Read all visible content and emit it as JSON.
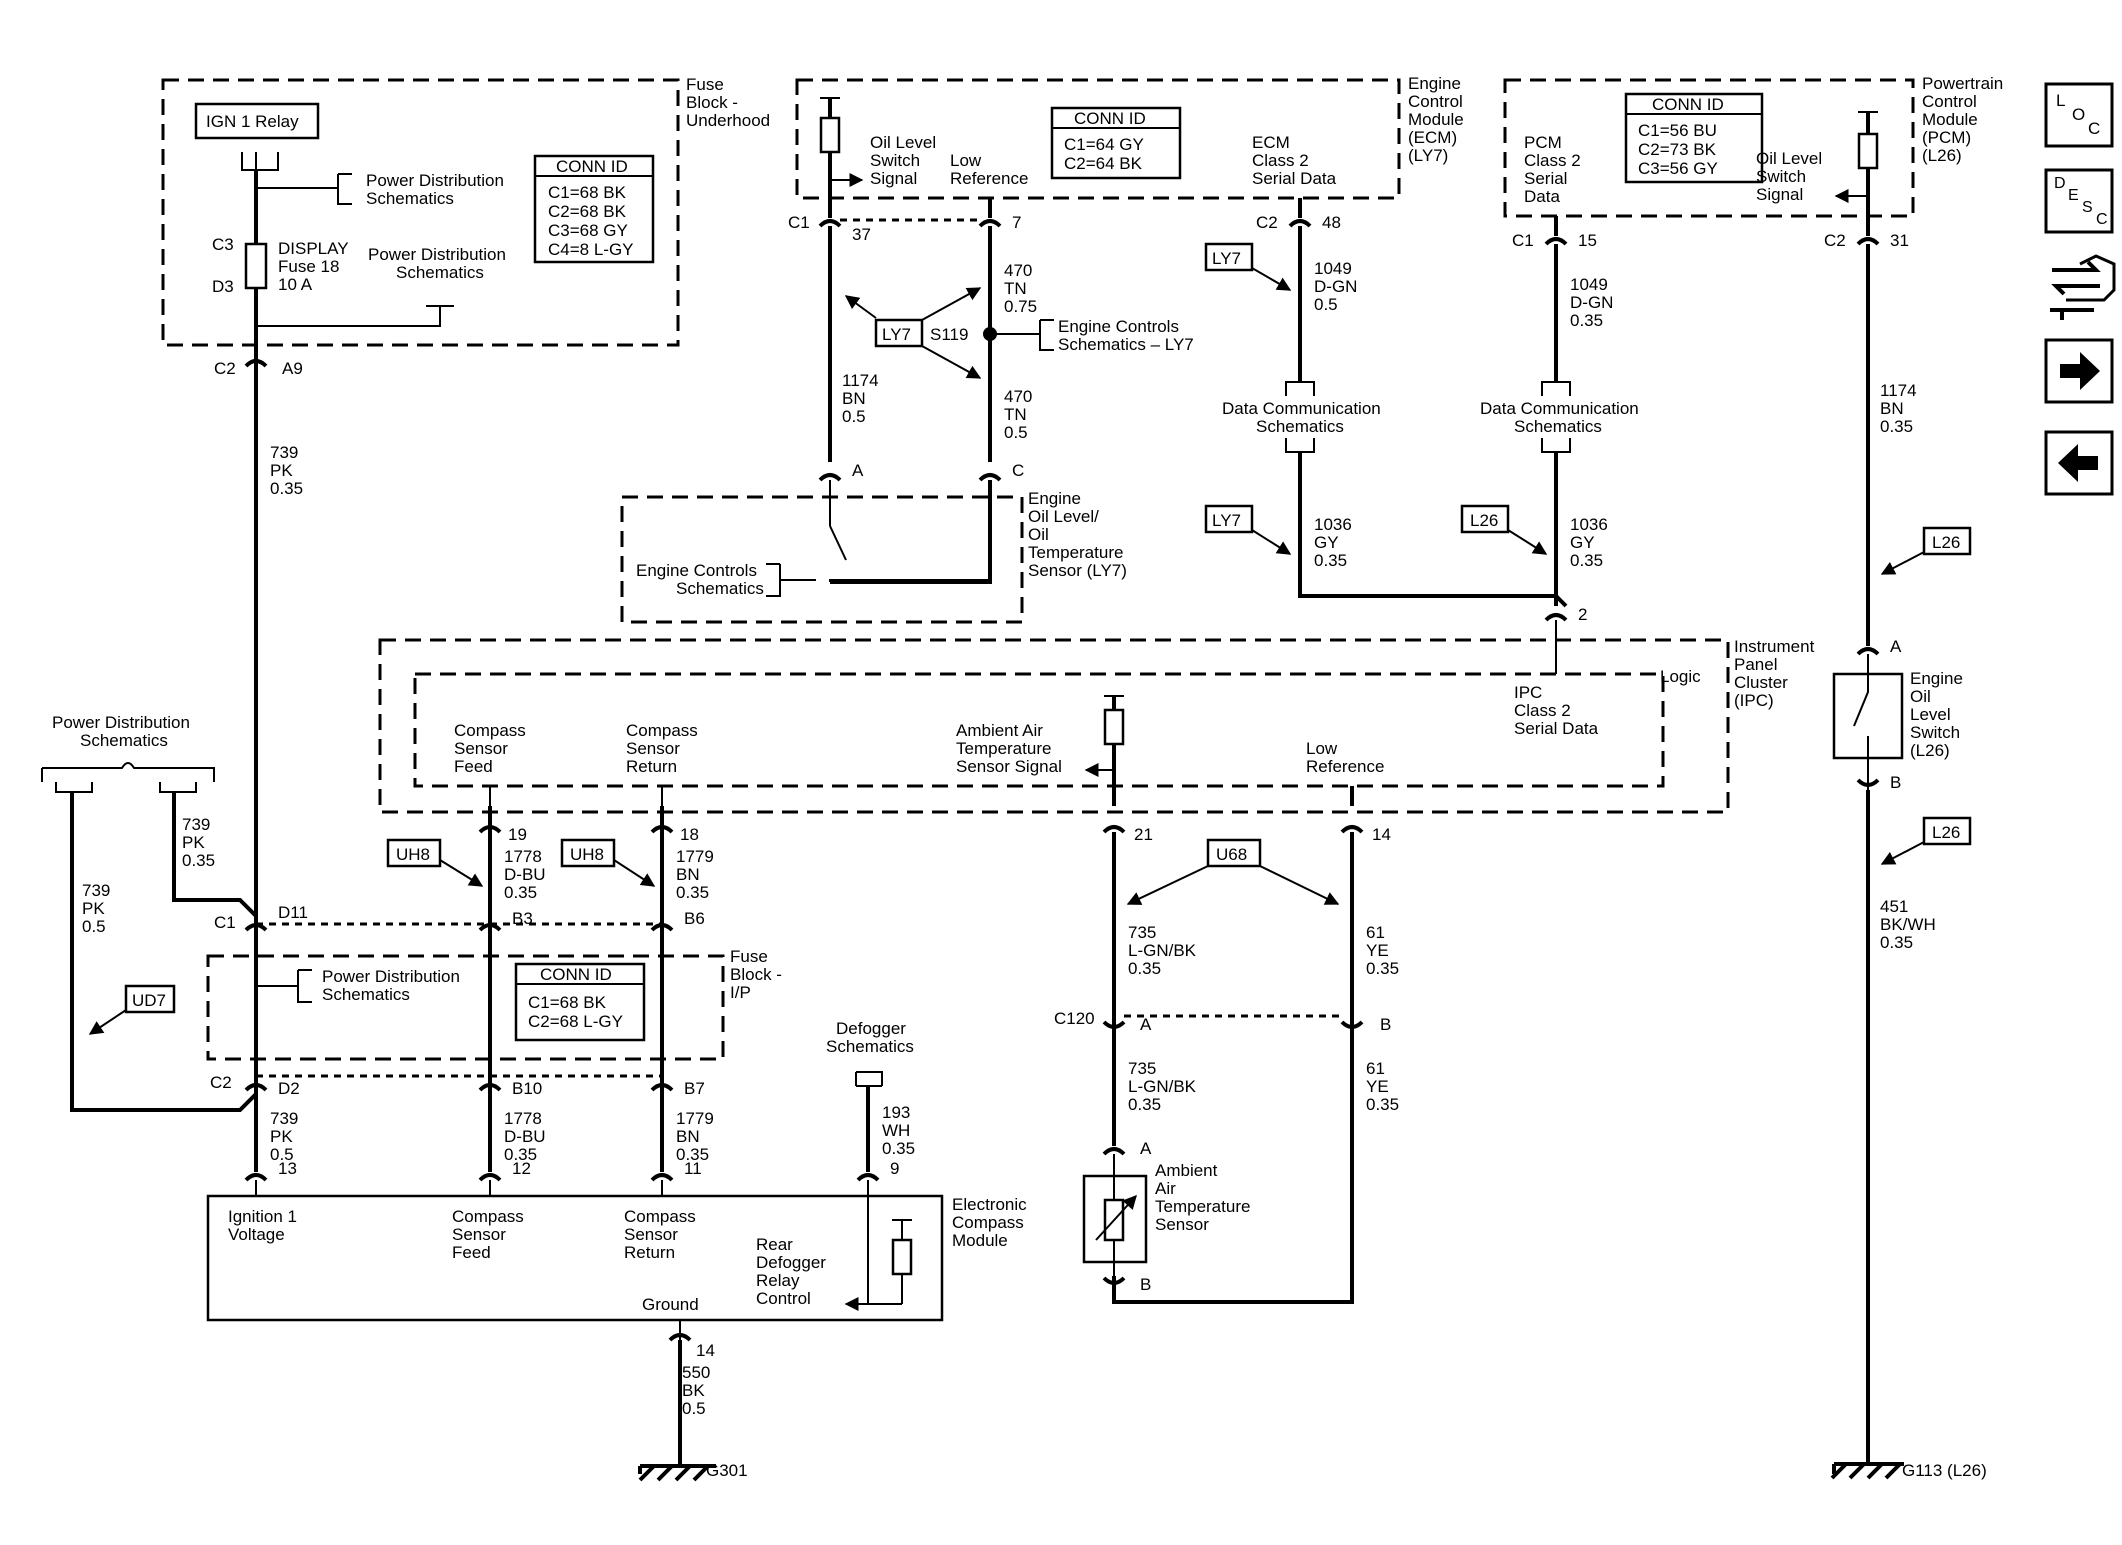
{
  "modules": {
    "fuse_underhood": [
      "Fuse",
      "Block -",
      "Underhood"
    ],
    "ecm": [
      "Engine",
      "Control",
      "Module",
      "(ECM)",
      "(LY7)"
    ],
    "pcm": [
      "Powertrain",
      "Control",
      "Module",
      "(PCM)",
      "(L26)"
    ],
    "ipc": [
      "Instrument",
      "Panel",
      "Cluster",
      "(IPC)"
    ],
    "fuse_ip": [
      "Fuse",
      "Block -",
      "I/P"
    ],
    "ecm_compass": [
      "Electronic",
      "Compass",
      "Module"
    ],
    "oil_sensor": [
      "Engine",
      "Oil Level/",
      "Oil",
      "Temperature",
      "Sensor (LY7)"
    ],
    "oil_switch_l26": [
      "Engine",
      "Oil",
      "Level",
      "Switch",
      "(L26)"
    ],
    "ambient_sensor": [
      "Ambient",
      "Air",
      "Temperature",
      "Sensor"
    ]
  },
  "relay": "IGN 1 Relay",
  "fuse": {
    "lines": [
      "DISPLAY",
      "Fuse 18",
      "10 A"
    ],
    "c3": "C3",
    "d3": "D3"
  },
  "conn_underhood": {
    "title": "CONN ID",
    "rows": [
      "C1=68 BK",
      "C2=68 BK",
      "C3=68 GY",
      "C4=8 L-GY"
    ]
  },
  "conn_ecm": {
    "title": "CONN ID",
    "rows": [
      "C1=64 GY",
      "C2=64 BK"
    ]
  },
  "conn_pcm": {
    "title": "CONN ID",
    "rows": [
      "C1=56 BU",
      "C2=73 BK",
      "C3=56 GY"
    ]
  },
  "conn_ip": {
    "title": "CONN ID",
    "rows": [
      "C1=68 BK",
      "C2=68 L-GY"
    ]
  },
  "refs": {
    "pd": [
      "Power Distribution",
      "Schematics"
    ],
    "ec": [
      "Engine Controls",
      "Schematics"
    ],
    "ec_ly7": [
      "Engine Controls",
      "Schematics – LY7"
    ],
    "dc": [
      "Data Communication",
      "Schematics"
    ],
    "defog": [
      "Defogger",
      "Schematics"
    ]
  },
  "signals": {
    "oil_sig": [
      "Oil Level",
      "Switch",
      "Signal"
    ],
    "low_ref": [
      "Low",
      "Reference"
    ],
    "ecm_serial": [
      "ECM",
      "Class 2",
      "Serial Data"
    ],
    "pcm_serial": [
      "PCM",
      "Class 2",
      "Serial",
      "Data"
    ],
    "pcm_oil": [
      "Oil Level",
      "Switch",
      "Signal"
    ],
    "ipc_serial": [
      "IPC",
      "Class 2",
      "Serial Data"
    ],
    "logic": "Logic",
    "compass_feed": [
      "Compass",
      "Sensor",
      "Feed"
    ],
    "compass_return": [
      "Compass",
      "Sensor",
      "Return"
    ],
    "ambient_signal": [
      "Ambient Air",
      "Temperature",
      "Sensor Signal"
    ],
    "ipc_low_ref": [
      "Low",
      "Reference"
    ],
    "ign_voltage": [
      "Ignition 1",
      "Voltage"
    ],
    "ecm_feed": [
      "Compass",
      "Sensor",
      "Feed"
    ],
    "ecm_return": [
      "Compass",
      "Sensor",
      "Return"
    ],
    "defog_ctrl": [
      "Rear",
      "Defogger",
      "Relay",
      "Control"
    ],
    "ground": "Ground"
  },
  "wires": {
    "w739a": [
      "739",
      "PK",
      "0.35"
    ],
    "w739b": [
      "739",
      "PK",
      "0.35"
    ],
    "w739c": [
      "739",
      "PK",
      "0.5"
    ],
    "w739d": [
      "739",
      "PK",
      "0.5"
    ],
    "w1174a": [
      "1174",
      "BN",
      "0.5"
    ],
    "w470a": [
      "470",
      "TN",
      "0.75"
    ],
    "w470b": [
      "470",
      "TN",
      "0.5"
    ],
    "w1049a": [
      "1049",
      "D-GN",
      "0.5"
    ],
    "w1049b": [
      "1049",
      "D-GN",
      "0.35"
    ],
    "w1036a": [
      "1036",
      "GY",
      "0.35"
    ],
    "w1036b": [
      "1036",
      "GY",
      "0.35"
    ],
    "w1174b": [
      "1174",
      "BN",
      "0.35"
    ],
    "w451": [
      "451",
      "BK/WH",
      "0.35"
    ],
    "w1778a": [
      "1778",
      "D-BU",
      "0.35"
    ],
    "w1779a": [
      "1779",
      "BN",
      "0.35"
    ],
    "w1778b": [
      "1778",
      "D-BU",
      "0.35"
    ],
    "w1779b": [
      "1779",
      "BN",
      "0.35"
    ],
    "w735a": [
      "735",
      "L-GN/BK",
      "0.35"
    ],
    "w735b": [
      "735",
      "L-GN/BK",
      "0.35"
    ],
    "w61a": [
      "61",
      "YE",
      "0.35"
    ],
    "w61b": [
      "61",
      "YE",
      "0.35"
    ],
    "w193": [
      "193",
      "WH",
      "0.35"
    ],
    "w550": [
      "550",
      "BK",
      "0.5"
    ]
  },
  "connectors": {
    "c2a9": [
      "C2",
      "A9"
    ],
    "c1d11": [
      "C1",
      "D11"
    ],
    "c2d2": [
      "C2",
      "D2"
    ],
    "c1_37": [
      "C1",
      "37"
    ],
    "p7": "7",
    "pA": "A",
    "pC": "C",
    "c2_48": [
      "C2",
      "48"
    ],
    "c1_15": [
      "C1",
      "15"
    ],
    "c2_31": [
      "C2",
      "31"
    ],
    "p2": "2",
    "p19": "19",
    "p18": "18",
    "p21": "21",
    "p14": "14",
    "b3": "B3",
    "b6": "B6",
    "b10": "B10",
    "b7": "B7",
    "p13": "13",
    "p12": "12",
    "p11": "11",
    "p9": "9",
    "g14": "14",
    "c120": "C120",
    "c120a": "A",
    "c120b": "B",
    "ambA": "A",
    "ambB": "B",
    "swA": "A",
    "swB": "B"
  },
  "splice": "S119",
  "options": {
    "ly7_a": "LY7",
    "ly7_b": "LY7",
    "ly7_c": "LY7",
    "l26_a": "L26",
    "l26_b": "L26",
    "l26_c": "L26",
    "uh8_a": "UH8",
    "uh8_b": "UH8",
    "u68": "U68",
    "ud7": "UD7"
  },
  "grounds": {
    "g301": "G301",
    "g113": "G113 (L26)"
  },
  "nav": {
    "loc": [
      "L",
      "O",
      "C"
    ],
    "desc": [
      "D",
      "E",
      "S",
      "C"
    ],
    "icons": [
      "connector-end-view-icon",
      "arrow-right-icon",
      "arrow-left-icon"
    ]
  }
}
